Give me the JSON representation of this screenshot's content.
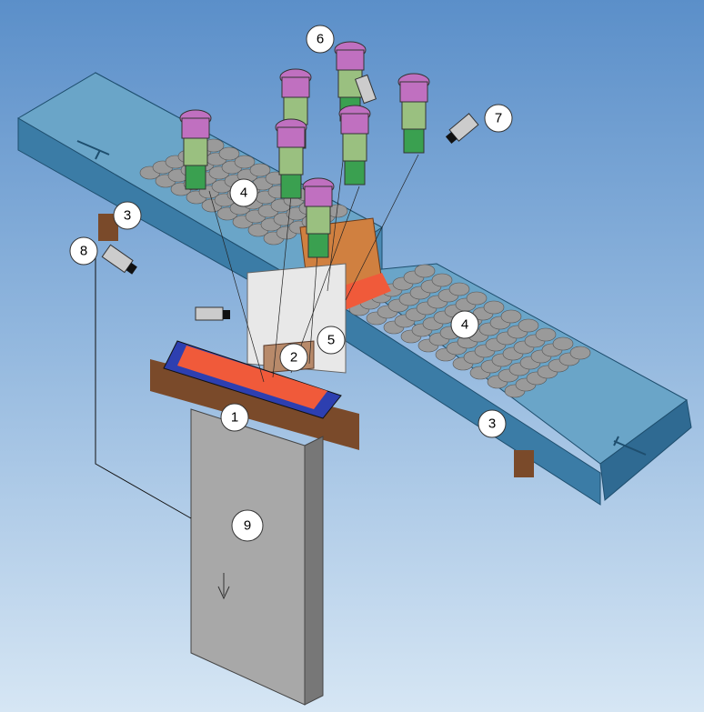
{
  "title": "Continuous casting billet inspection layout",
  "callouts": [
    {
      "id": "c6",
      "label": "6"
    },
    {
      "id": "c7",
      "label": "7"
    },
    {
      "id": "c4a",
      "label": "4"
    },
    {
      "id": "c3a",
      "label": "3"
    },
    {
      "id": "c8",
      "label": "8"
    },
    {
      "id": "c5",
      "label": "5"
    },
    {
      "id": "c2",
      "label": "2"
    },
    {
      "id": "c4b",
      "label": "4"
    },
    {
      "id": "c1",
      "label": "1"
    },
    {
      "id": "c3b",
      "label": "3"
    },
    {
      "id": "c9",
      "label": "9"
    }
  ],
  "colors": {
    "conveyor": "#3f7fa6",
    "frame": "#2f6a92",
    "billet": "#9a9a9a",
    "hot": "#f05a3a",
    "slab": "#a8a8a8",
    "camera_body": "#6ab04c",
    "camera_top": "#c070c0",
    "support": "#7a4a2a"
  }
}
